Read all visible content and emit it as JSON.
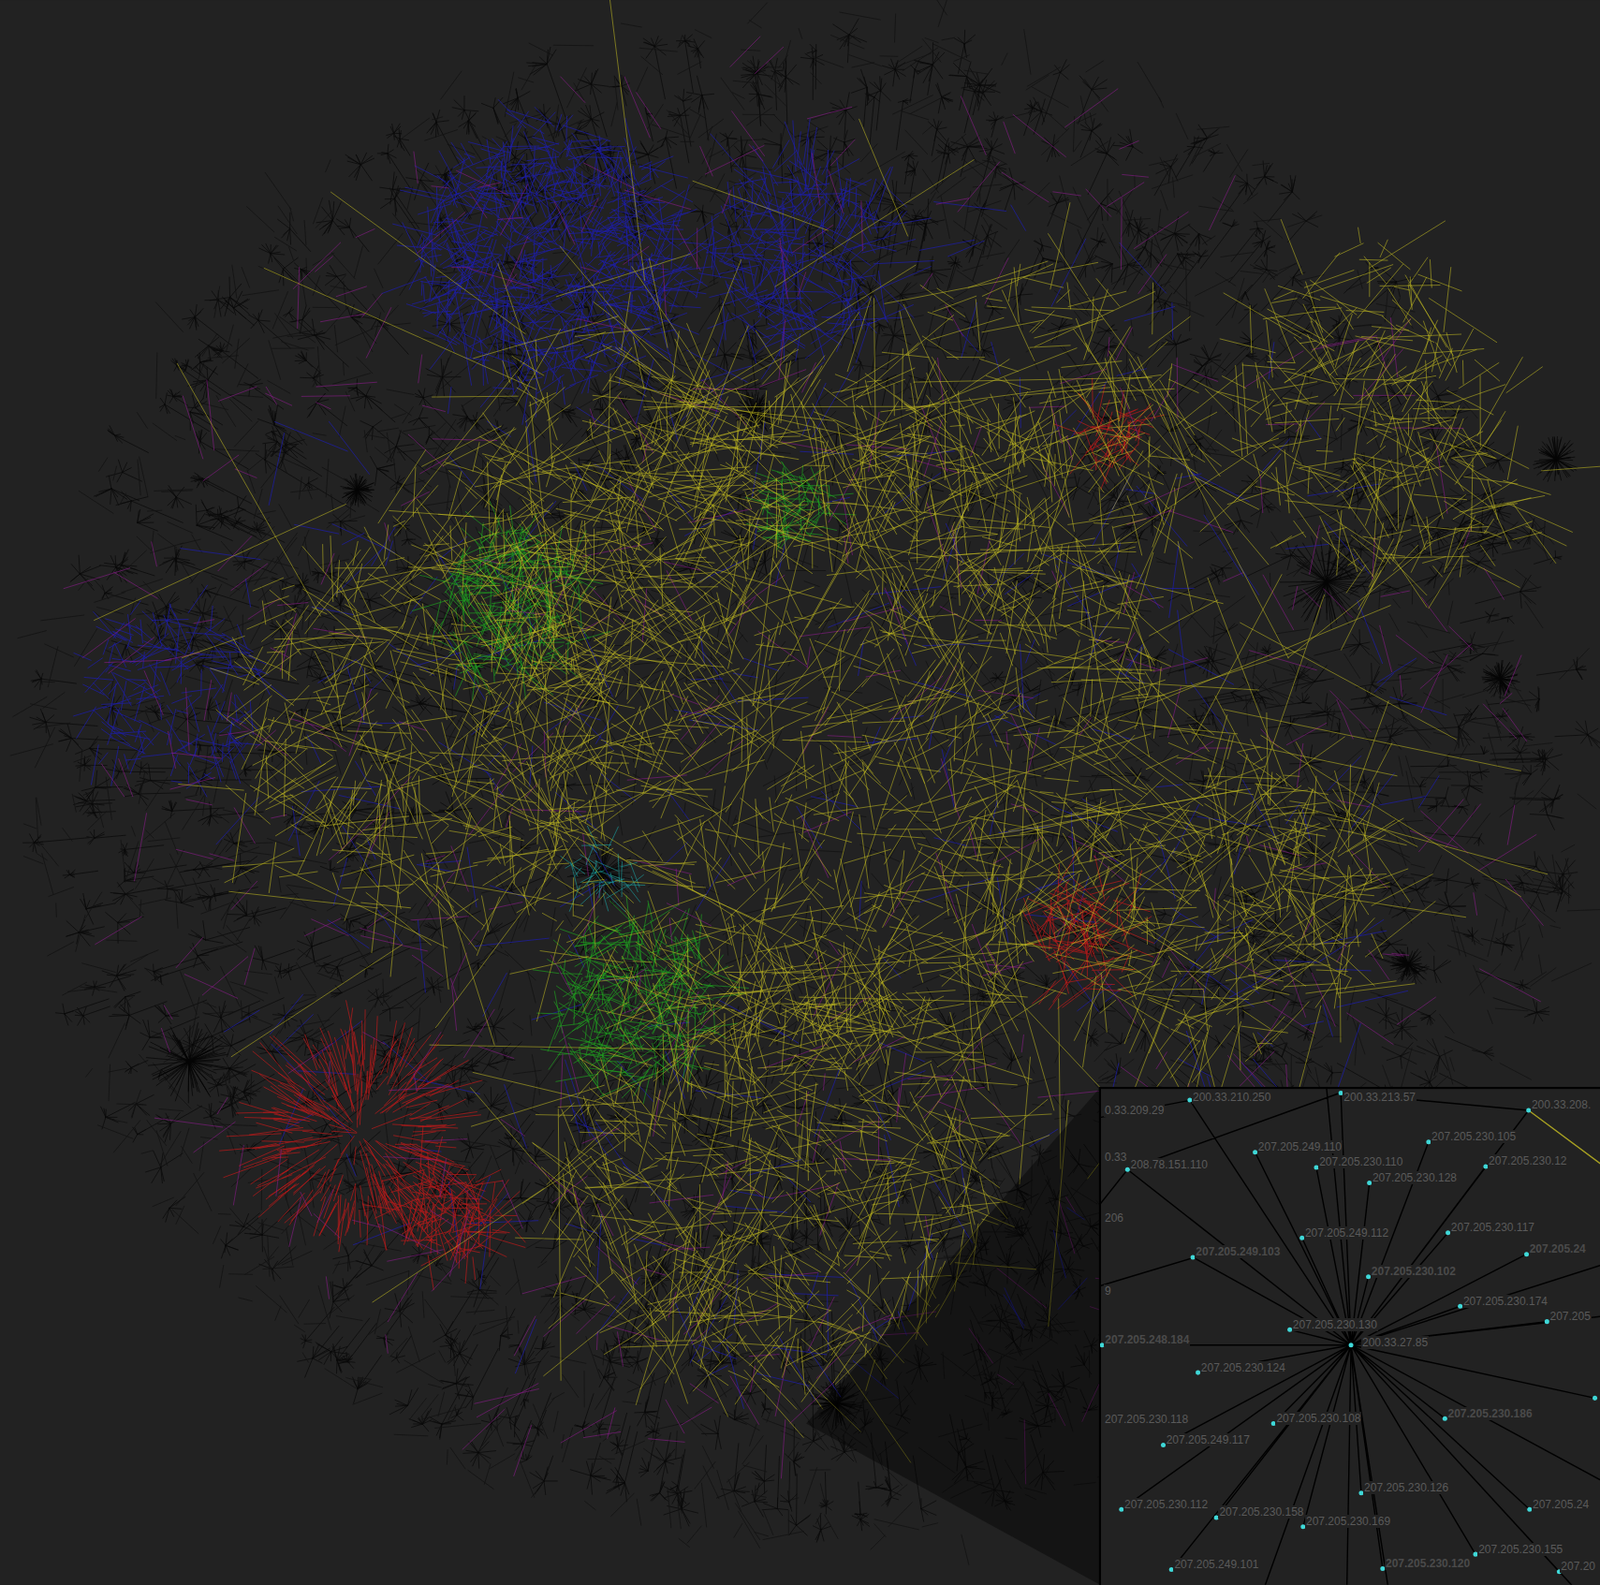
{
  "diagram": {
    "labels": [
      "0.33.209.29",
      "200.33.210.250",
      "200.33.213.57",
      "200.33.208.",
      "0.33",
      "208.78.151.110",
      "207.205.249.110",
      "207.205.230.110",
      "207.205.230.105",
      "207.205.230.12",
      "207.205.230.128",
      "206",
      "207.205.249.112",
      "207.205.230.117",
      "207.205.249.103",
      "207.205.230.102",
      "207.205.24",
      "9",
      "207.205.230.174",
      "207.205",
      "207.205.230.130",
      "200.33.27.85",
      "207.205.248.184",
      "207.205.230.124",
      "207.205.230.118",
      "207.205.230.108",
      "207.205.230.186",
      "207.205.249.117",
      "207.205.230.126",
      "207.205.230.112",
      "207.205.230.158",
      "207.205.230.169",
      "207.205.24",
      "207.205.230.155",
      "207.205.249.101",
      "207.205.230.120",
      "207.20"
    ]
  }
}
